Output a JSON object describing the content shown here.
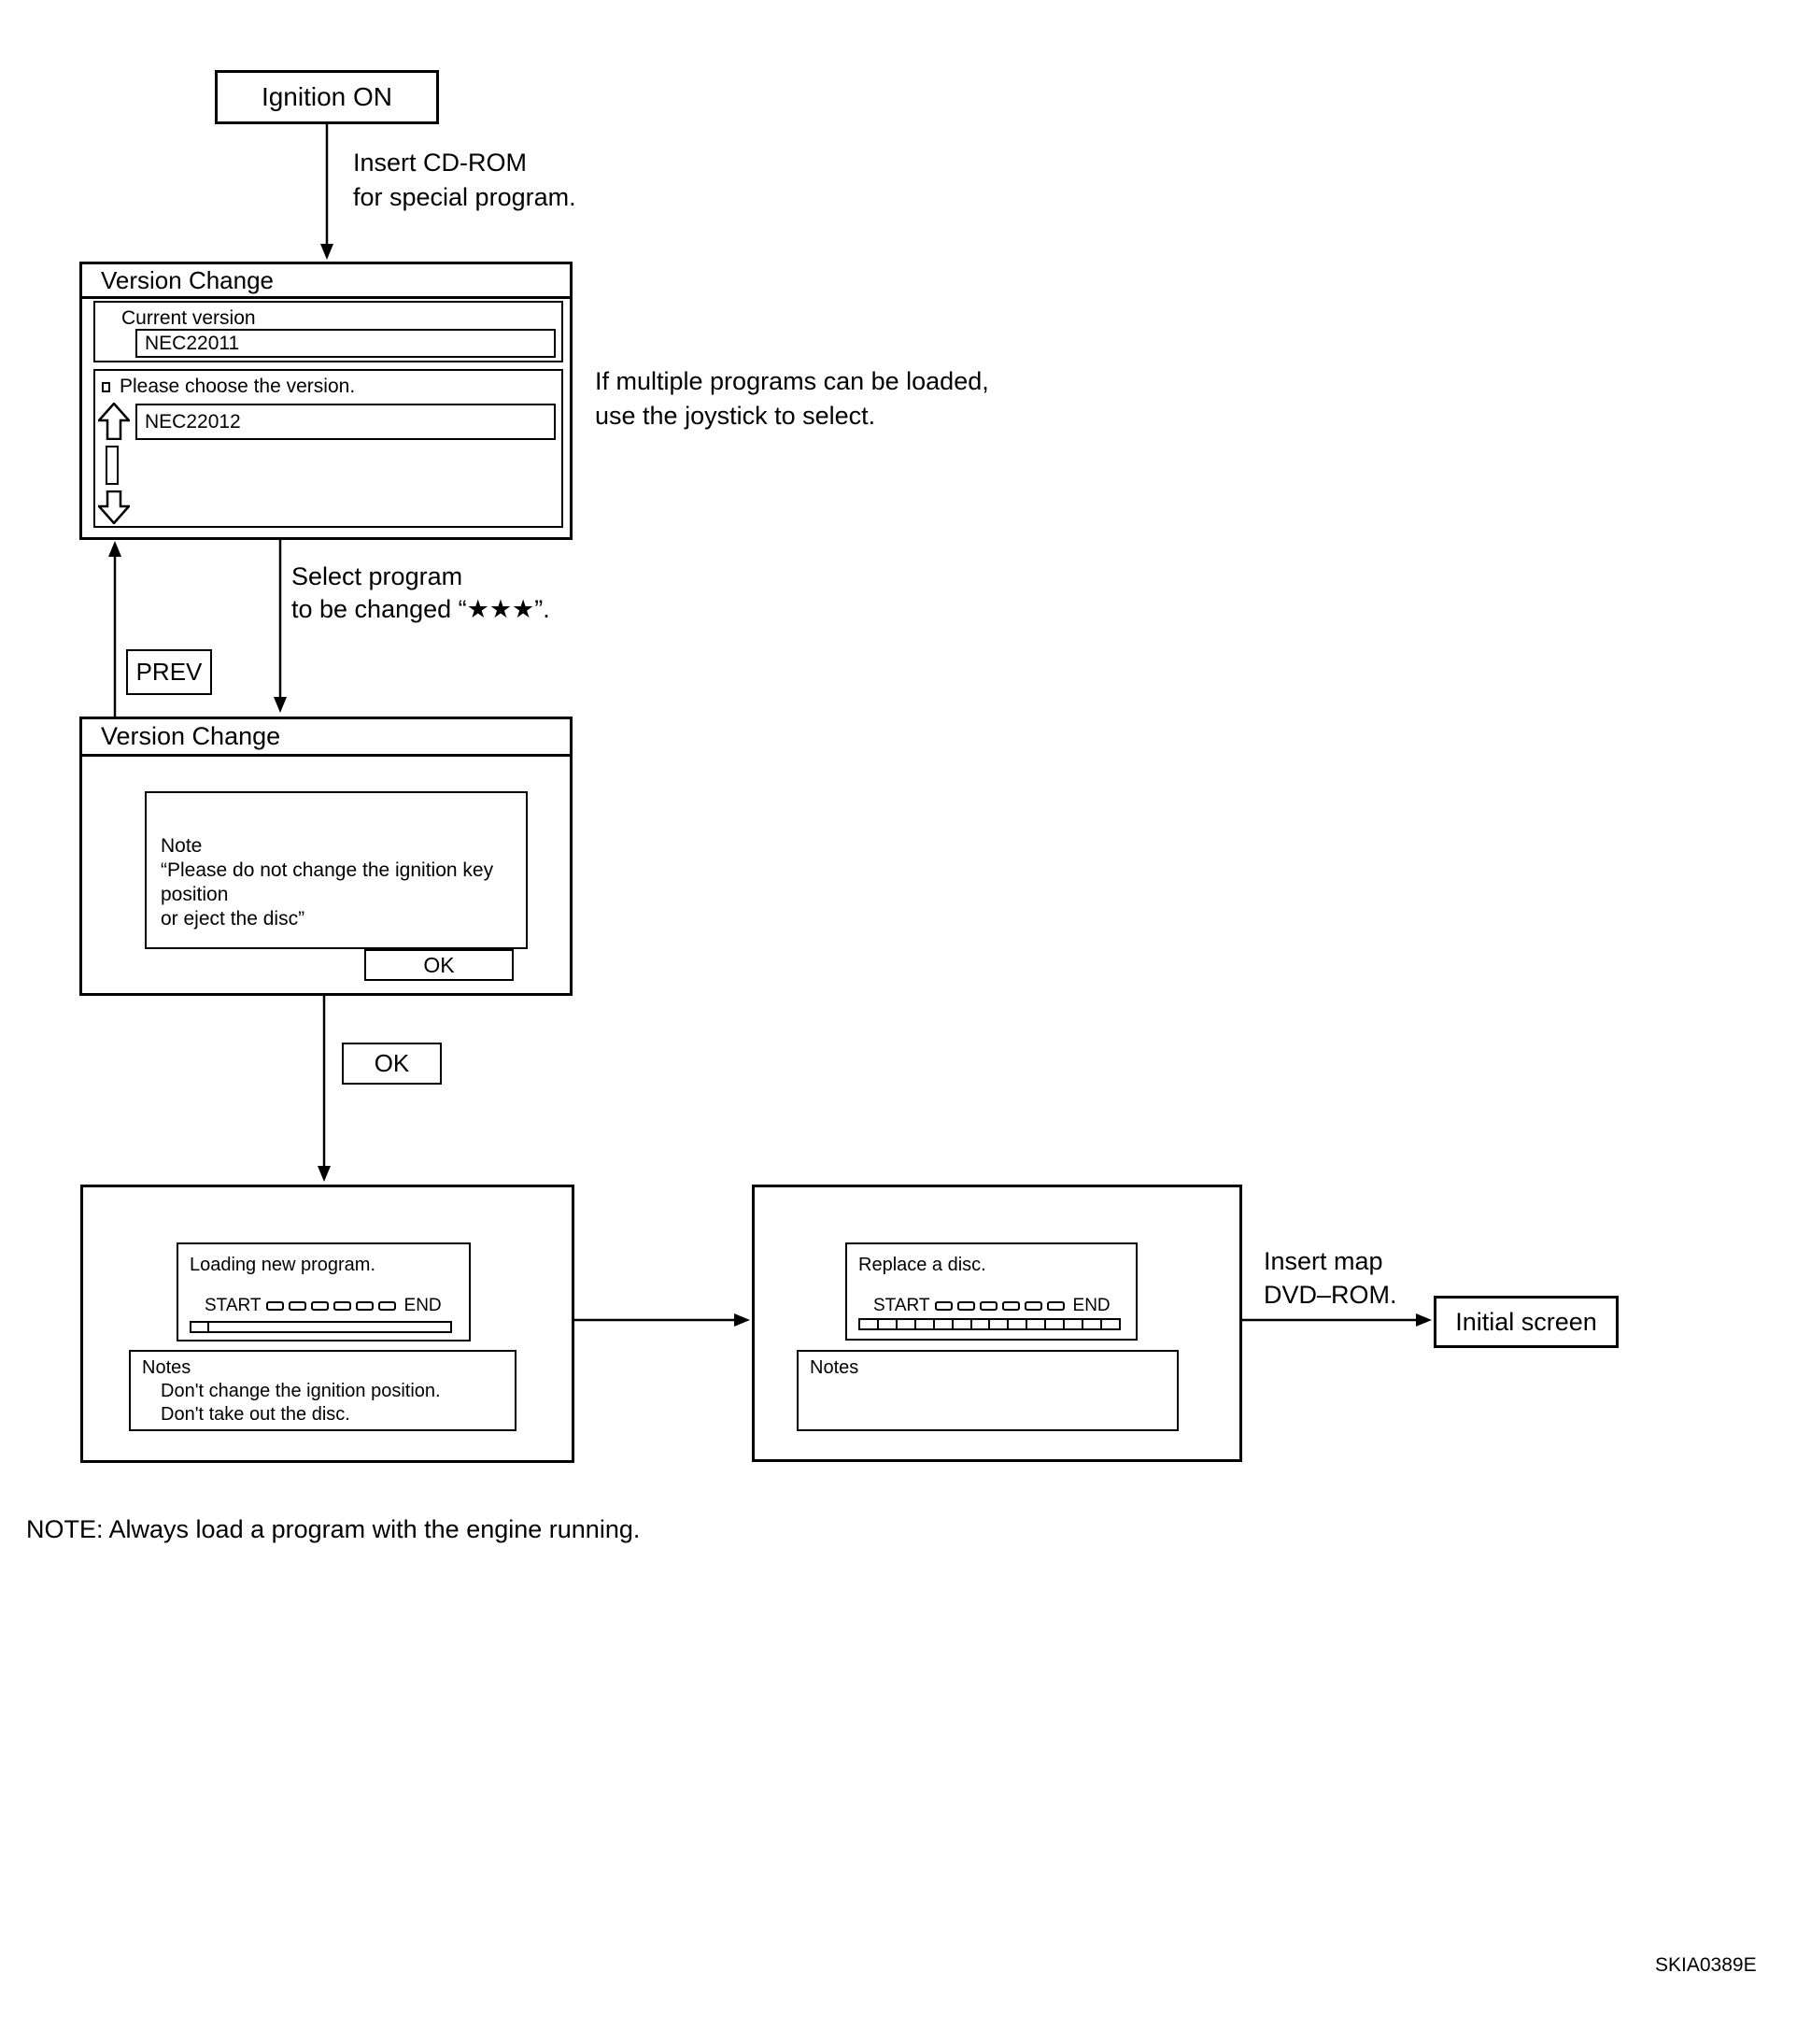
{
  "colors": {
    "ink": "#000000",
    "paper": "#ffffff"
  },
  "icons": {
    "scroll_up": "up-block-arrow",
    "scroll_down": "down-block-arrow",
    "bullet": "small-square"
  },
  "flow": {
    "ignition_label": "Ignition ON",
    "insert_cdrom_note": {
      "line1": "Insert CD-ROM",
      "line2": "for special program."
    },
    "screen1": {
      "title": "Version Change",
      "current_version_label": "Current version",
      "current_version_value": "NEC22011",
      "choose_prompt": "Please choose the version.",
      "choose_value": "NEC22012"
    },
    "joystick_note": {
      "line1": "If multiple programs can be loaded,",
      "line2": "use the joystick to select."
    },
    "select_note": {
      "line1": "Select program",
      "line2": "to be changed “★★★”."
    },
    "prev_label": "PREV",
    "screen2": {
      "title": "Version Change",
      "note_title": "Note",
      "note_line1": "“Please do not change the ignition key position",
      "note_line2": "or eject the disc”",
      "ok_label": "OK"
    },
    "ok_step_label": "OK",
    "screen3": {
      "message": "Loading new program.",
      "start_label": "START",
      "end_label": "END",
      "notes_title": "Notes",
      "note1": "Don't change the ignition position.",
      "note2": "Don't take out the disc."
    },
    "screen4": {
      "message": "Replace a disc.",
      "start_label": "START",
      "end_label": "END",
      "notes_title": "Notes"
    },
    "insert_dvd_note": {
      "line1": "Insert map",
      "line2": "DVD–ROM."
    },
    "initial_label": "Initial screen",
    "footer_note": "NOTE: Always load a program with the engine running.",
    "figure_code": "SKIA0389E"
  }
}
